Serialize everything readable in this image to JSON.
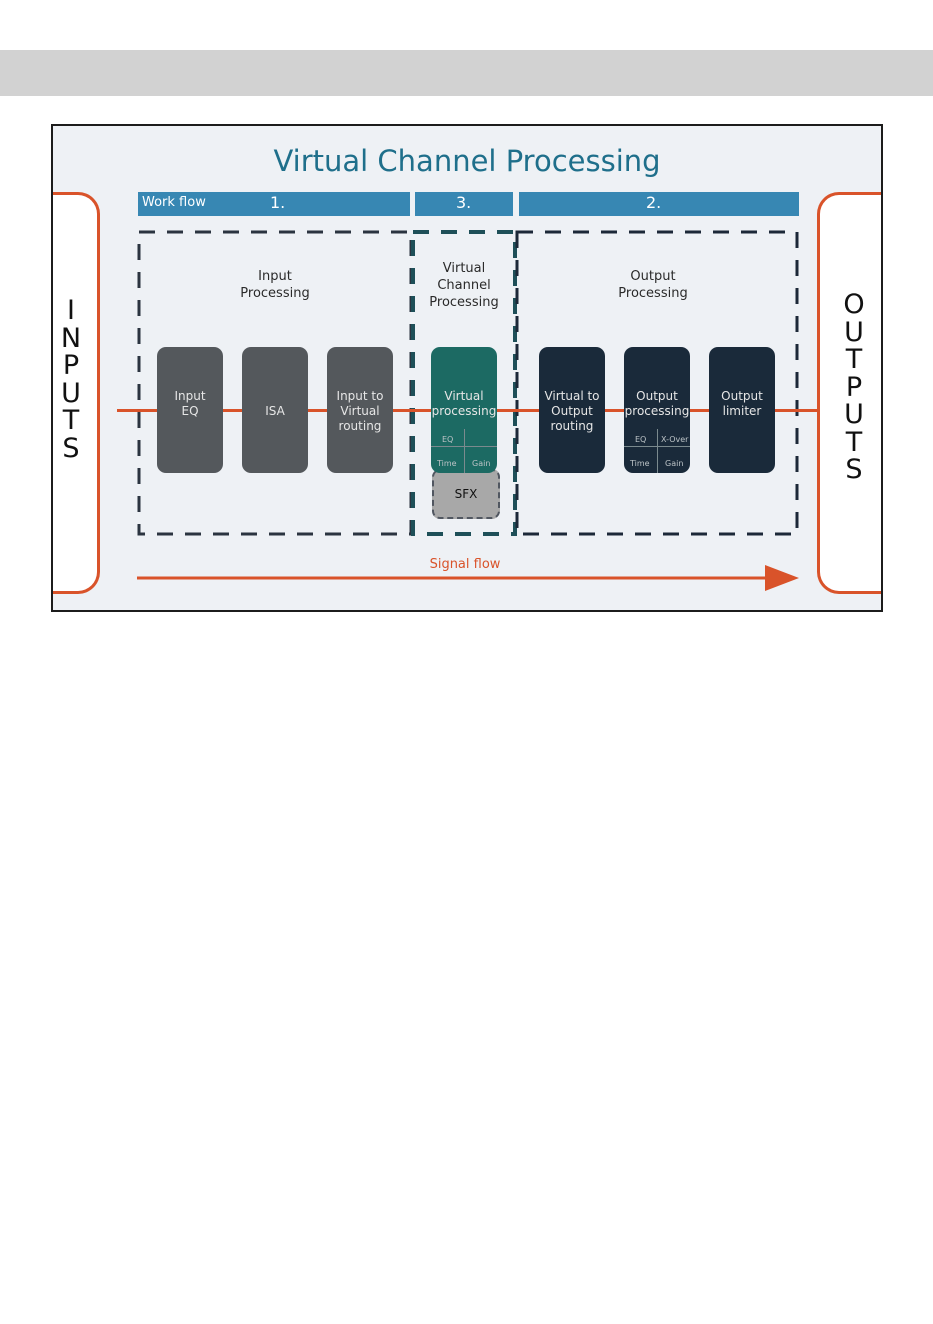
{
  "diagram": {
    "title": "Virtual Channel Processing",
    "inputs_letters": [
      "I",
      "N",
      "P",
      "U",
      "T",
      "S"
    ],
    "outputs_letters": [
      "O",
      "U",
      "T",
      "P",
      "U",
      "T",
      "S"
    ],
    "workflow": {
      "label": "Work flow",
      "steps": [
        "1.",
        "3.",
        "2."
      ]
    },
    "zones": {
      "input": {
        "label_line1": "Input",
        "label_line2": "Processing"
      },
      "virtual": {
        "label_line1": "Virtual",
        "label_line2": "Channel",
        "label_line3": "Processing"
      },
      "output": {
        "label_line1": "Output",
        "label_line2": "Processing"
      }
    },
    "blocks": {
      "input_eq": {
        "line1": "Input",
        "line2": "EQ"
      },
      "isa": {
        "line1": "ISA"
      },
      "input_routing": {
        "line1": "Input to",
        "line2": "Virtual",
        "line3": "routing"
      },
      "virtual_processing": {
        "line1": "Virtual",
        "line2": "processing",
        "sub_eq": "EQ",
        "sub_time": "Time",
        "sub_gain": "Gain"
      },
      "virtual_routing": {
        "line1": "Virtual to",
        "line2": "Output",
        "line3": "routing"
      },
      "output_processing": {
        "line1": "Output",
        "line2": "processing",
        "sub_eq": "EQ",
        "sub_xover": "X-Over",
        "sub_time": "Time",
        "sub_gain": "Gain"
      },
      "output_limiter": {
        "line1": "Output",
        "line2": "limiter"
      }
    },
    "sfx": "SFX",
    "signal_flow": "Signal flow",
    "colors": {
      "accent": "#d9532a",
      "workflow_bar": "#3787b3",
      "title": "#1f6f8b",
      "input_blocks": "#54585c",
      "virtual_block": "#1c6a63",
      "output_blocks": "#1a2a3a"
    }
  }
}
